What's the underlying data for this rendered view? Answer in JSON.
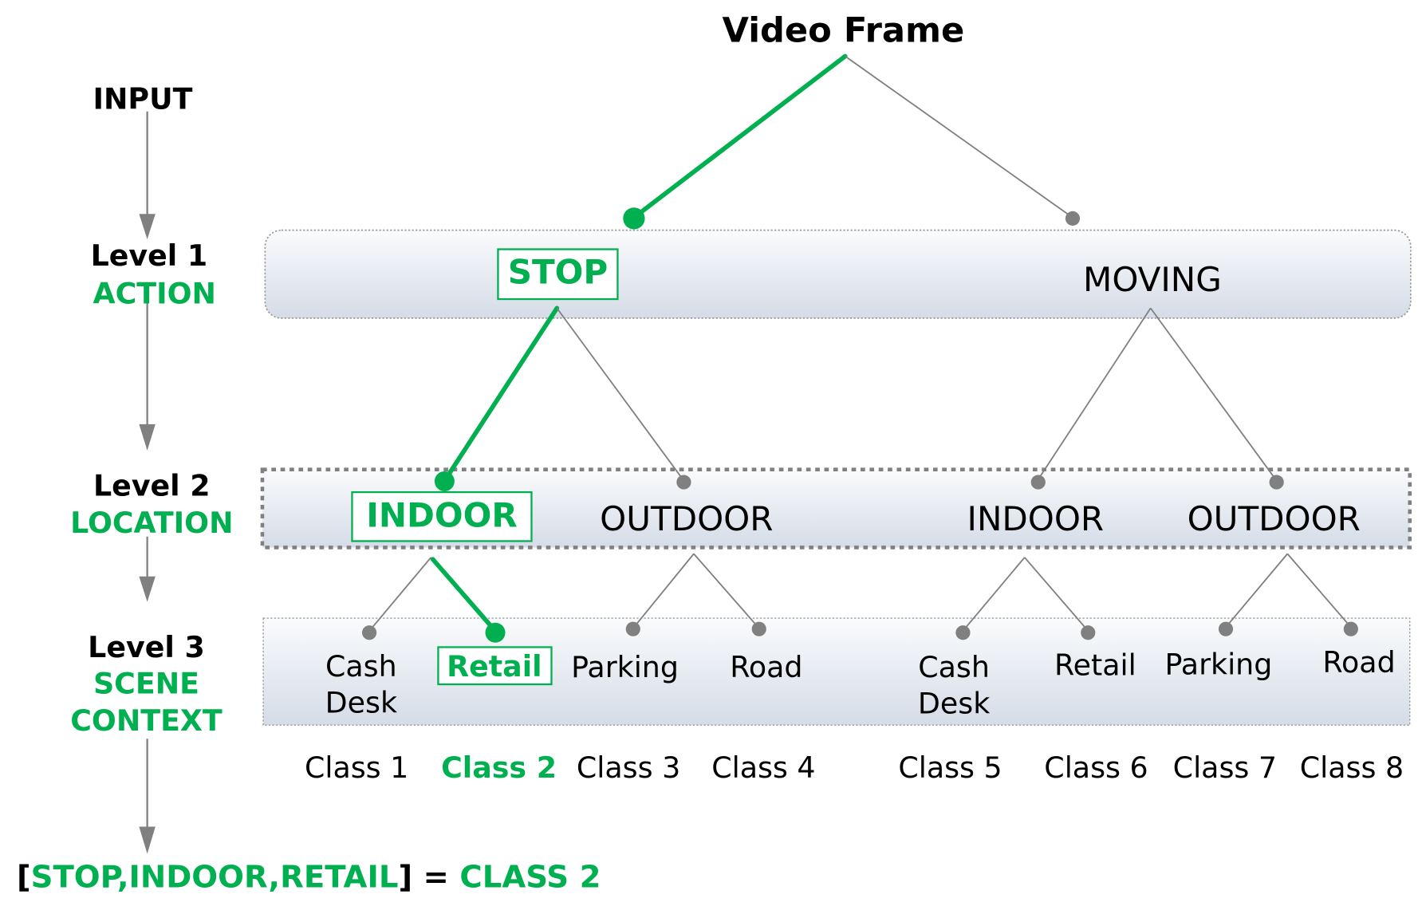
{
  "title": "Video Frame",
  "colors": {
    "selected": "#00b050",
    "normal_text": "#000000",
    "edge": "#7f7f7f",
    "dot": "#808080"
  },
  "side_labels": {
    "input": "INPUT",
    "level1": {
      "level": "Level 1",
      "name": "ACTION"
    },
    "level2": {
      "level": "Level 2",
      "name": "LOCATION"
    },
    "level3": {
      "level": "Level 3",
      "name_line1": "SCENE",
      "name_line2": "CONTEXT"
    }
  },
  "level1_nodes": [
    {
      "label": "STOP",
      "selected": true
    },
    {
      "label": "MOVING",
      "selected": false
    }
  ],
  "level2_nodes": [
    {
      "label": "INDOOR",
      "parent": "STOP",
      "selected": true
    },
    {
      "label": "OUTDOOR",
      "parent": "STOP",
      "selected": false
    },
    {
      "label": "INDOOR",
      "parent": "MOVING",
      "selected": false
    },
    {
      "label": "OUTDOOR",
      "parent": "MOVING",
      "selected": false
    }
  ],
  "level3_nodes": [
    {
      "line1": "Cash",
      "line2": "Desk",
      "selected": false
    },
    {
      "line1": "Retail",
      "line2": "",
      "selected": true
    },
    {
      "line1": "Parking",
      "line2": "",
      "selected": false
    },
    {
      "line1": "Road",
      "line2": "",
      "selected": false
    },
    {
      "line1": "Cash",
      "line2": "Desk",
      "selected": false
    },
    {
      "line1": "Retail",
      "line2": "",
      "selected": false
    },
    {
      "line1": "Parking",
      "line2": "",
      "selected": false
    },
    {
      "line1": "Road",
      "line2": "",
      "selected": false
    }
  ],
  "classes": [
    {
      "label": "Class 1",
      "selected": false
    },
    {
      "label": "Class 2",
      "selected": true
    },
    {
      "label": "Class 3",
      "selected": false
    },
    {
      "label": "Class 4",
      "selected": false
    },
    {
      "label": "Class 5",
      "selected": false
    },
    {
      "label": "Class 6",
      "selected": false
    },
    {
      "label": "Class 7",
      "selected": false
    },
    {
      "label": "Class 8",
      "selected": false
    }
  ],
  "result": {
    "open_bracket": "[",
    "path": "STOP,INDOOR,RETAIL",
    "close_bracket": "]",
    "equals": " = ",
    "class": "CLASS 2"
  }
}
